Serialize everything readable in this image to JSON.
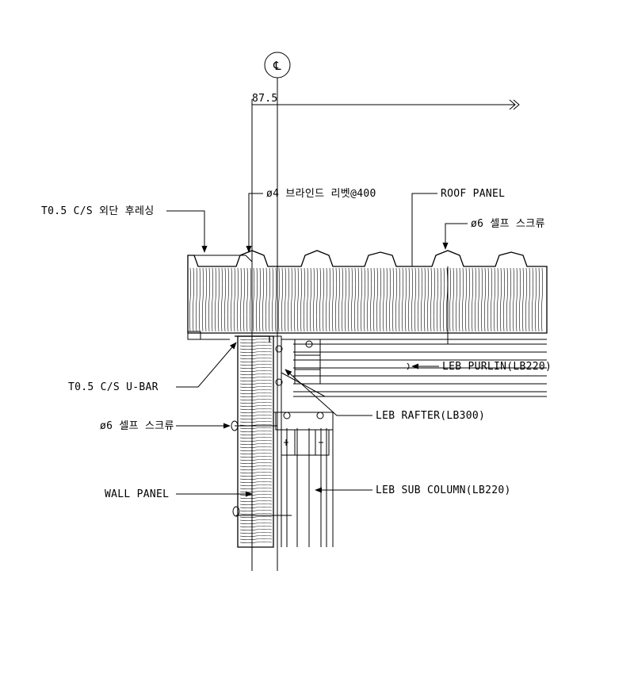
{
  "centerline_symbol": "℄",
  "dimension": {
    "value": "87.5"
  },
  "callouts": {
    "flashing": "T0.5 C/S 외단 후레싱",
    "rivet": "ø4 브라인드 리벳@400",
    "roof_panel": "ROOF PANEL",
    "roof_screw": "ø6 셀프 스크류",
    "purlin": "LEB PURLIN(LB220)",
    "u_bar": "T0.5 C/S U-BAR",
    "rafter": "LEB RAFTER(LB300)",
    "wall_screw": "ø6 셀프 스크류",
    "wall_panel": "WALL PANEL",
    "sub_column": "LEB SUB COLUMN(LB220)"
  }
}
